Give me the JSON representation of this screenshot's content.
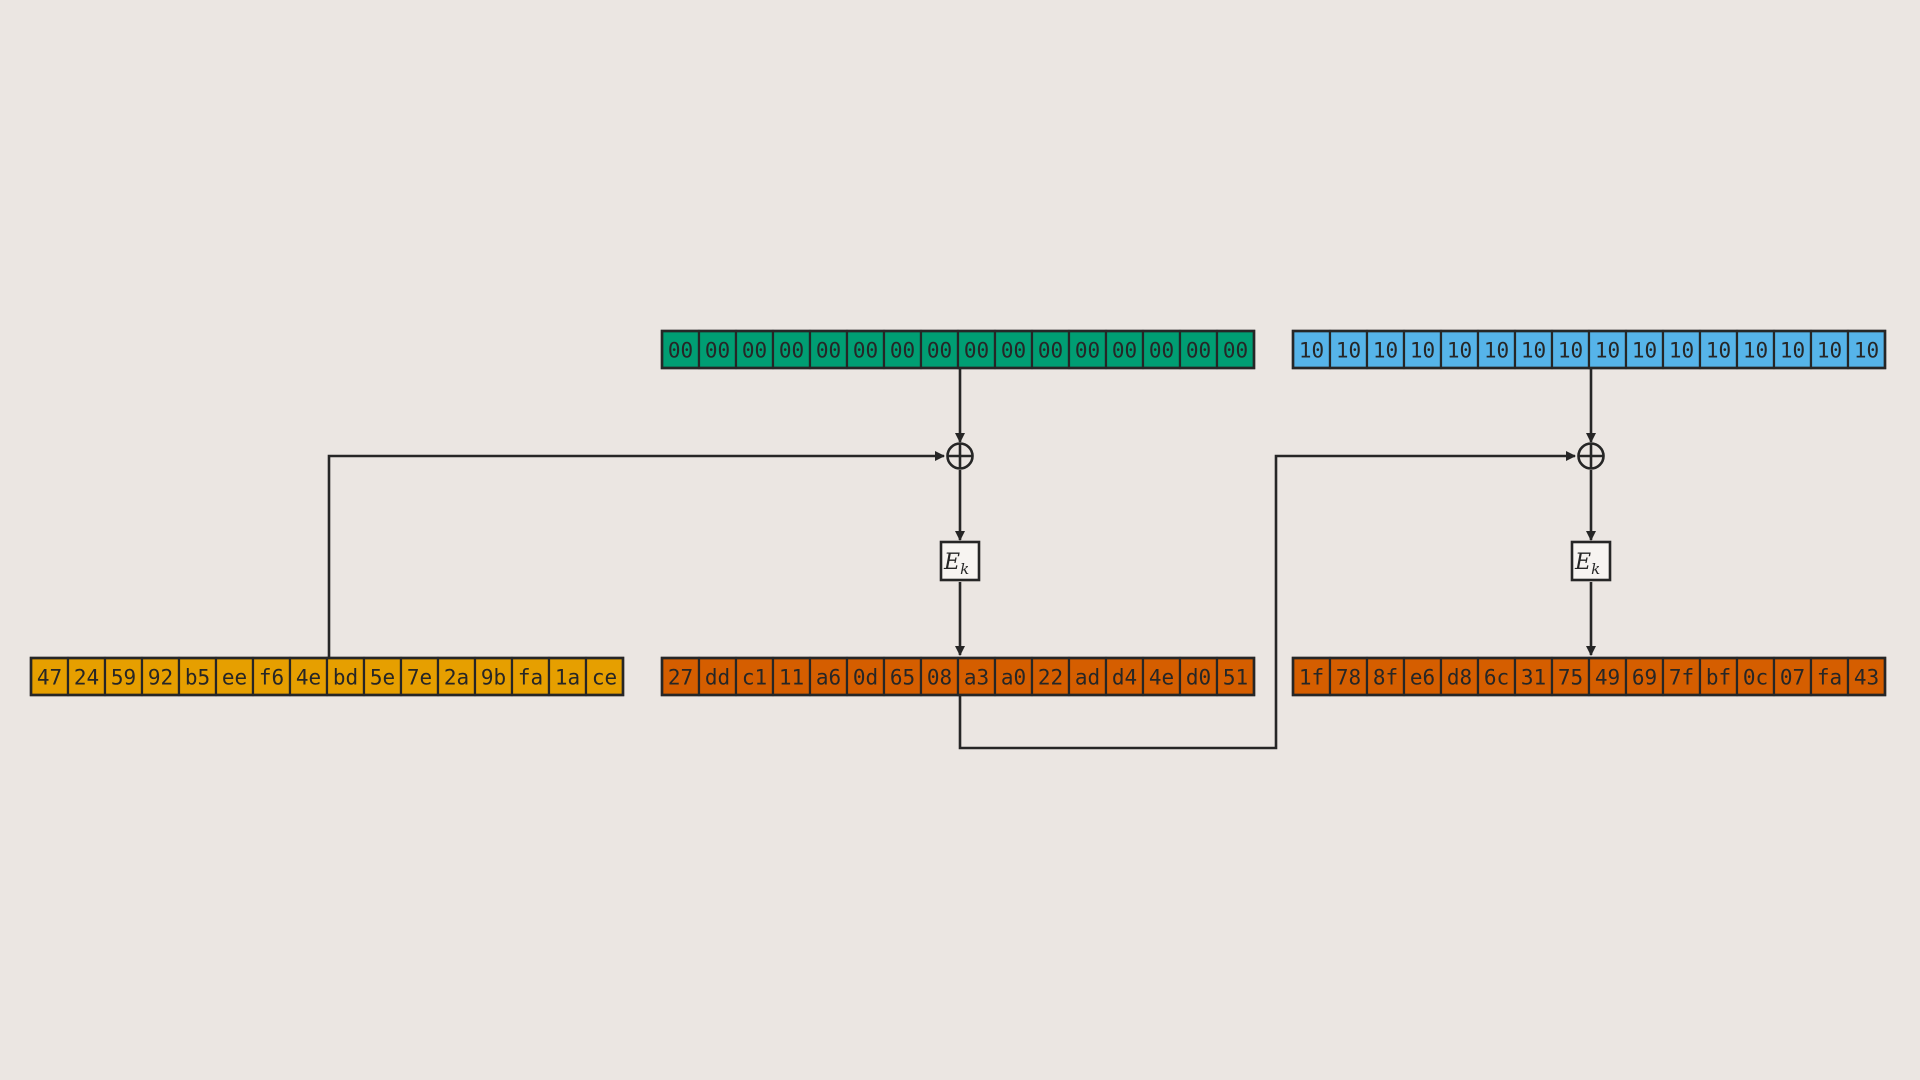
{
  "colors": {
    "background": "#ebe6e2",
    "iv_block": "#009e73",
    "plaintext_block_2": "#56b4e9",
    "key_stream_block": "#e69f00",
    "ciphertext_block": "#d55e00",
    "stroke": "#262626"
  },
  "blocks": {
    "left_input": [
      "47",
      "24",
      "59",
      "92",
      "b5",
      "ee",
      "f6",
      "4e",
      "bd",
      "5e",
      "7e",
      "2a",
      "9b",
      "fa",
      "1a",
      "ce"
    ],
    "top_1": [
      "00",
      "00",
      "00",
      "00",
      "00",
      "00",
      "00",
      "00",
      "00",
      "00",
      "00",
      "00",
      "00",
      "00",
      "00",
      "00"
    ],
    "top_2": [
      "10",
      "10",
      "10",
      "10",
      "10",
      "10",
      "10",
      "10",
      "10",
      "10",
      "10",
      "10",
      "10",
      "10",
      "10",
      "10"
    ],
    "output_1": [
      "27",
      "dd",
      "c1",
      "11",
      "a6",
      "0d",
      "65",
      "08",
      "a3",
      "a0",
      "22",
      "ad",
      "d4",
      "4e",
      "d0",
      "51"
    ],
    "output_2": [
      "1f",
      "78",
      "8f",
      "e6",
      "d8",
      "6c",
      "31",
      "75",
      "49",
      "69",
      "7f",
      "bf",
      "0c",
      "07",
      "fa",
      "43"
    ]
  },
  "ops": {
    "xor_symbol": "xor-circle",
    "encrypt_label": "E",
    "encrypt_subscript": "k"
  }
}
